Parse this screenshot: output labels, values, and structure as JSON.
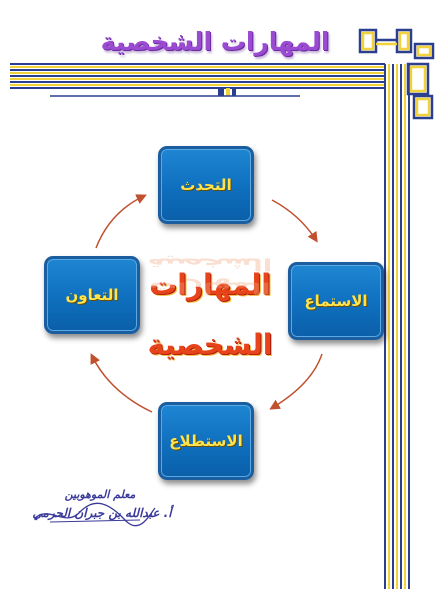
{
  "page": {
    "title": "المهارات الشخصية"
  },
  "diagram": {
    "center_label": "المهارات الشخصية",
    "nodes": {
      "top": "التحدث",
      "right": "الاستماع",
      "bottom": "الاستطلاع",
      "left": "التعاون"
    }
  },
  "signature": {
    "line1": "معلم الموهوبين",
    "line2": "أ. عبدالله بن جبران الحرمي"
  },
  "colors": {
    "frame_blue": "#2c3f8f",
    "frame_yellow": "#f2d23a",
    "box_fill": "#0e6fbe",
    "box_text": "#ffe34a",
    "arrow": "#c0502e",
    "title": "#9a4bd2",
    "center_text": "#e8441c"
  }
}
